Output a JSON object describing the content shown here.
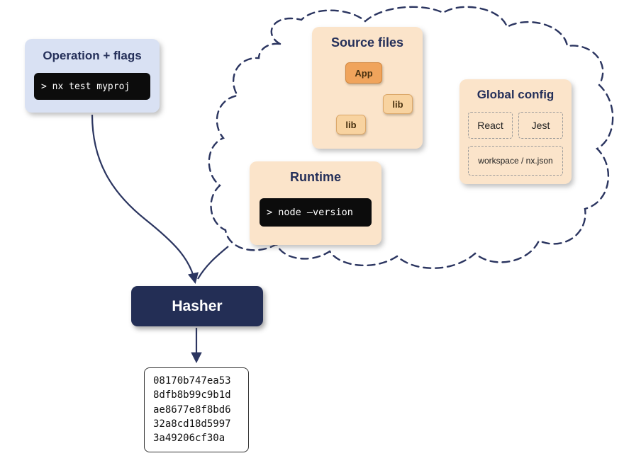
{
  "colors": {
    "navy": "#232e55",
    "arrow": "#2b3560",
    "peach_card": "#fbe4ca",
    "blue_card": "#d9e1f3",
    "orange_node": "#f0a45c",
    "light_orange_node": "#f8d3a0",
    "terminal_bg": "#0c0c0c"
  },
  "operation_box": {
    "title": "Operation + flags",
    "command": "> nx test myproj"
  },
  "source_files": {
    "title": "Source files",
    "app_label": "App",
    "lib_right_label": "lib",
    "lib_bottom_label": "lib"
  },
  "global_config": {
    "title": "Global config",
    "item_react": "React",
    "item_jest": "Jest",
    "footer": "workspace / nx.json"
  },
  "runtime": {
    "title": "Runtime",
    "command": "> node –version"
  },
  "hasher": {
    "label": "Hasher"
  },
  "hash_output": {
    "lines": [
      "08170b747ea53",
      "8dfb8b99c9b1d",
      "ae8677e8f8bd6",
      "32a8cd18d5997",
      "3a49206cf30a"
    ]
  }
}
